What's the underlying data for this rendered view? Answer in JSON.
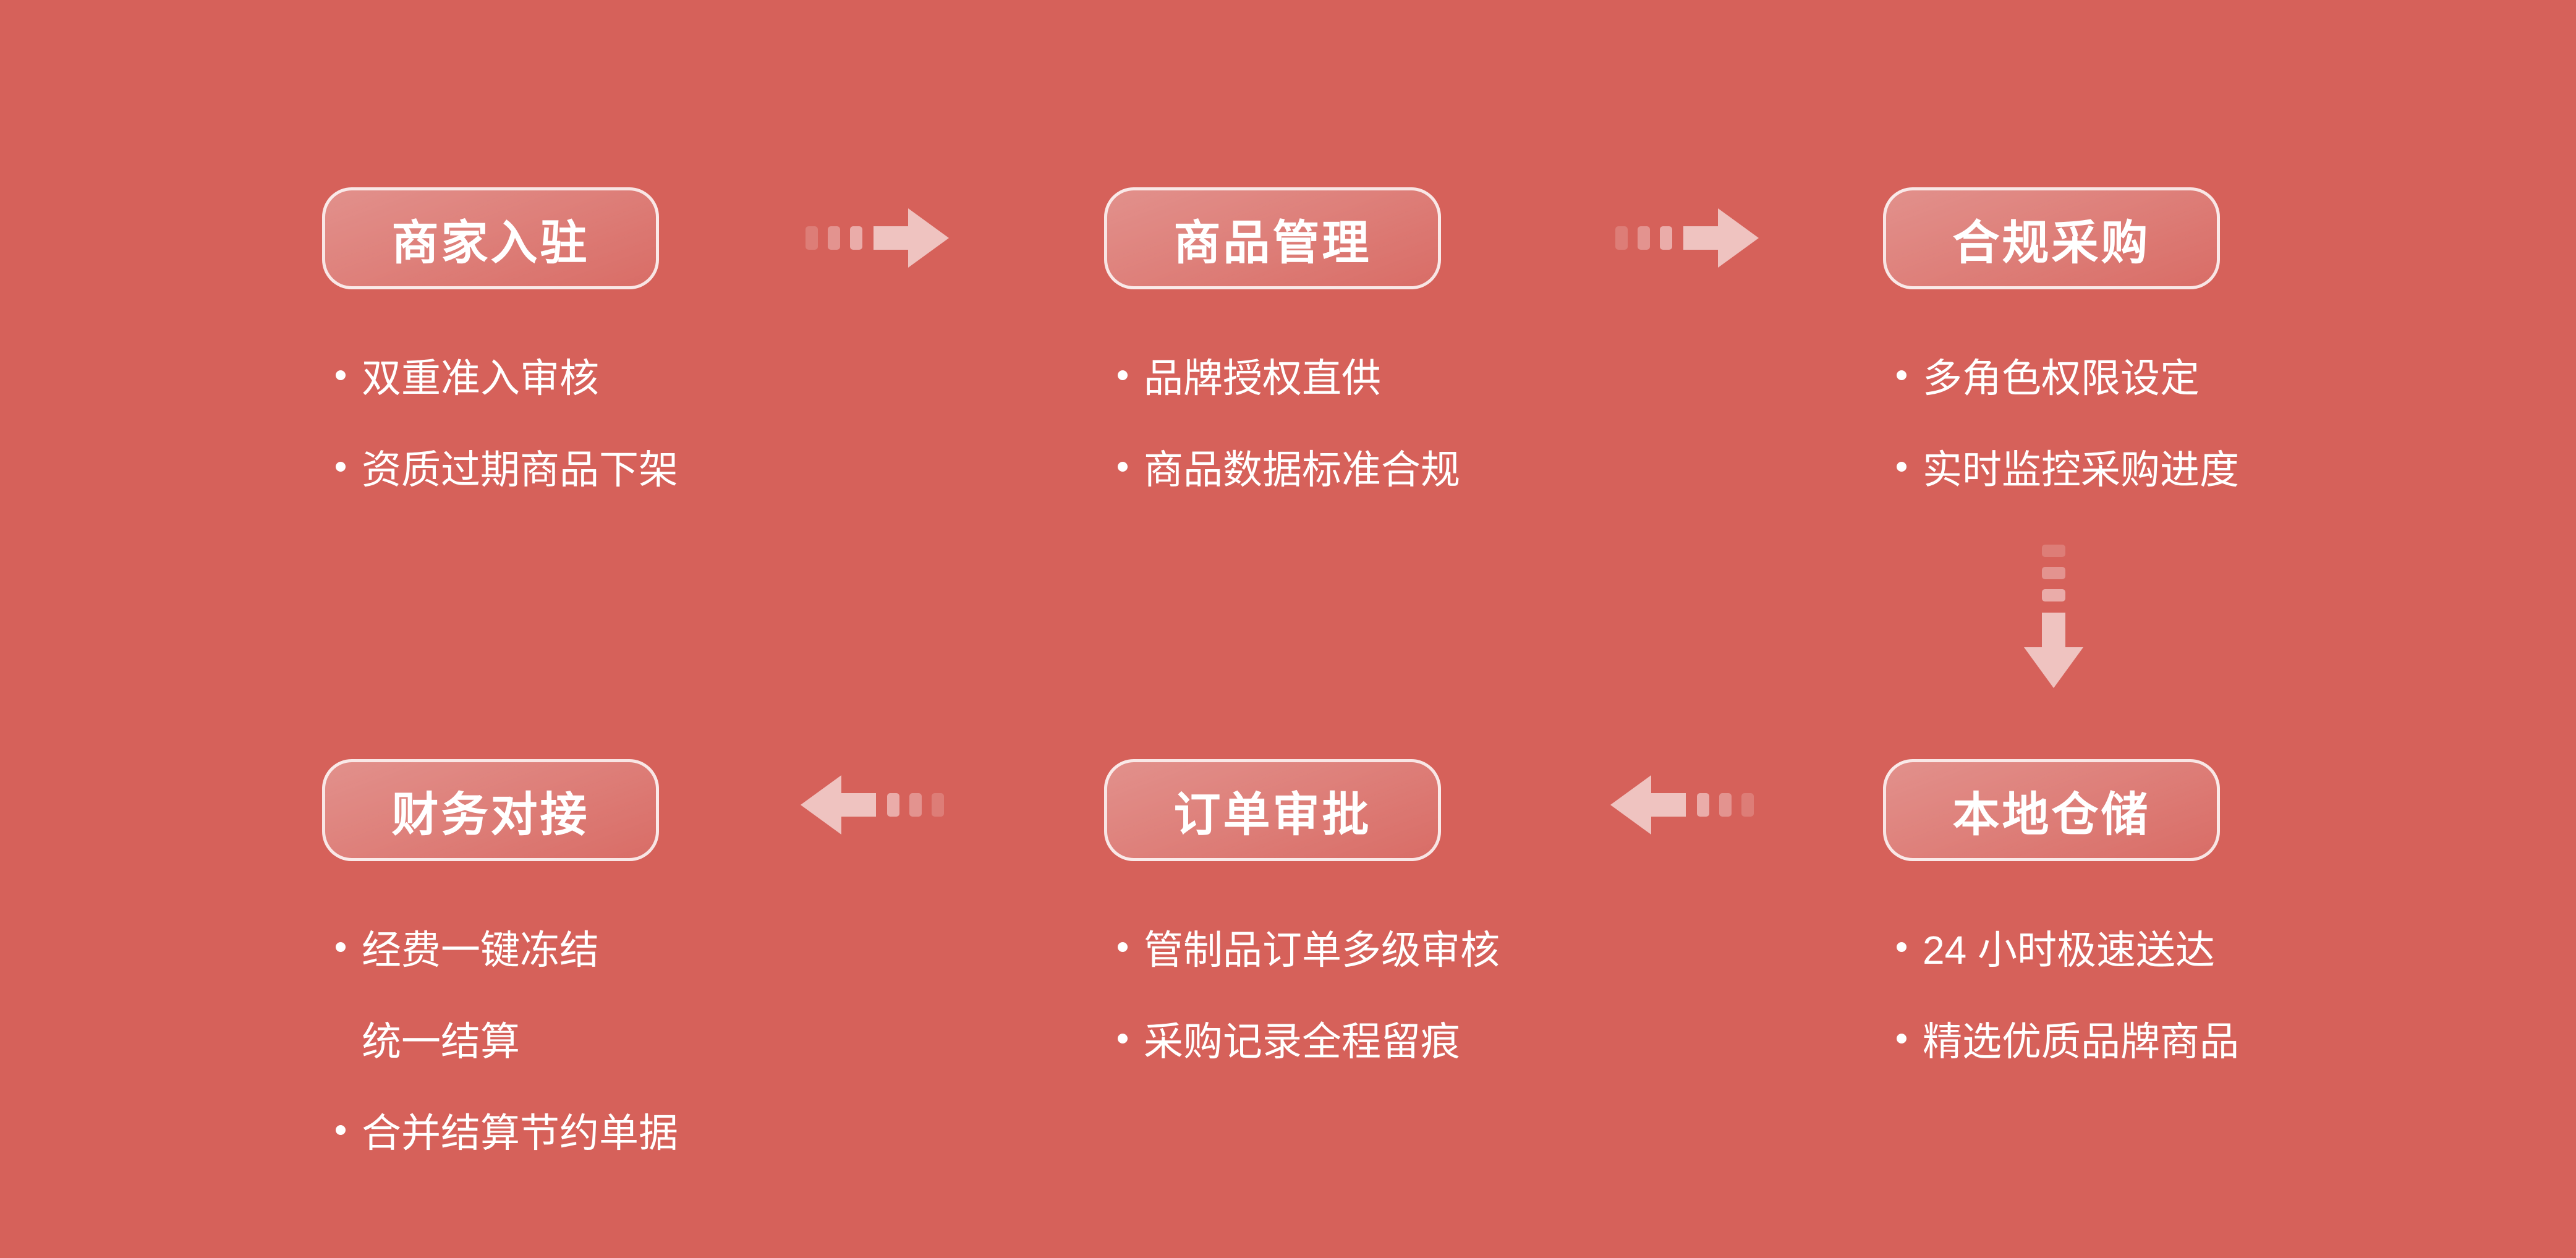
{
  "palette": {
    "bg": "#D6615A",
    "text": "#FFFFFF"
  },
  "steps": [
    {
      "title": "商家入驻",
      "bullets": [
        "双重准入审核",
        "资质过期商品下架"
      ]
    },
    {
      "title": "商品管理",
      "bullets": [
        "品牌授权直供",
        "商品数据标准合规"
      ]
    },
    {
      "title": "合规采购",
      "bullets": [
        "多角色权限设定",
        "实时监控采购进度"
      ]
    },
    {
      "title": "本地仓储",
      "bullets": [
        "24 小时极速送达",
        "精选优质品牌商品"
      ]
    },
    {
      "title": "订单审批",
      "bullets": [
        "管制品订单多级审核",
        "采购记录全程留痕"
      ]
    },
    {
      "title": "财务对接",
      "bullets": [
        "经费一键冻结",
        "统一结算",
        "合并结算节约单据"
      ]
    }
  ]
}
